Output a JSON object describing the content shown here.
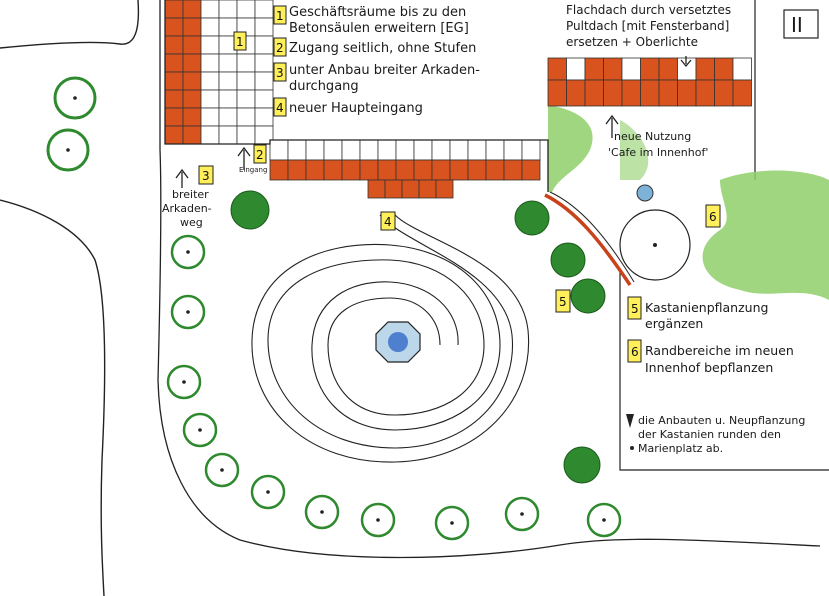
{
  "plate_number": "II",
  "legend": {
    "items": [
      {
        "number": "1",
        "text_lines": [
          "Geschäftsräume bis zu den",
          "Betonsäulen erweitern [EG]"
        ]
      },
      {
        "number": "2",
        "text_lines": [
          "Zugang seitlich, ohne Stufen"
        ]
      },
      {
        "number": "3",
        "text_lines": [
          "unter Anbau breiter Arkaden-",
          "durchgang"
        ]
      },
      {
        "number": "4",
        "text_lines": [
          "neuer Haupteingang"
        ]
      }
    ]
  },
  "roof_note": {
    "lines": [
      "Flachdach durch versetztes",
      "Pultdach [mit Fensterband]",
      "ersetzen + Oberlichte"
    ]
  },
  "cafe_note": {
    "lines": [
      "neue Nutzung",
      "'Cafe im Innenhof'"
    ]
  },
  "right_legend": {
    "items": [
      {
        "number": "5",
        "text_lines": [
          "Kastanienpflanzung",
          "ergänzen"
        ]
      },
      {
        "number": "6",
        "text_lines": [
          "Randbereiche im neuen",
          "Innenhof bepflanzen"
        ]
      }
    ],
    "closing_lines": [
      "die Anbauten u. Neupflanzung",
      "der Kastanien runden den",
      "Marienplatz ab."
    ]
  },
  "arcade_label": {
    "lines": [
      "breiter",
      "Arkaden-",
      "weg"
    ]
  },
  "entrance_label": "Eingang",
  "plan_tags": [
    {
      "number": "1"
    },
    {
      "number": "2"
    },
    {
      "number": "3"
    },
    {
      "number": "4"
    },
    {
      "number": "5"
    },
    {
      "number": "6"
    }
  ],
  "colors": {
    "brick": "#d9531e",
    "tree_green": "#2f8a2f",
    "lawn": "#8fcf6a",
    "tag_yellow": "#ffef5a",
    "ink": "#1a1a1a"
  }
}
